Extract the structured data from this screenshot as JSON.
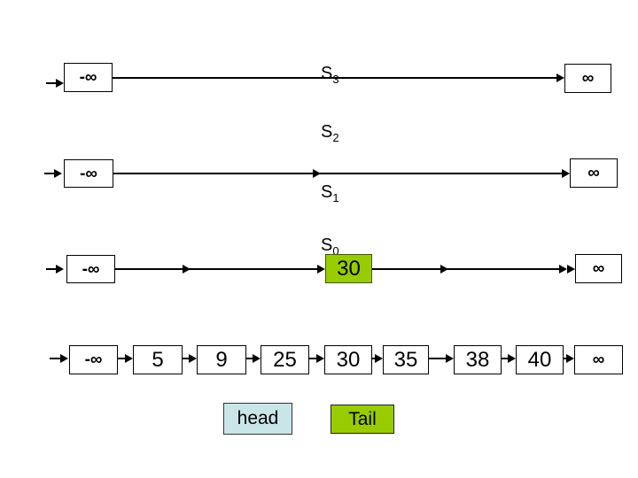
{
  "levels": {
    "s3": {
      "base": "S",
      "sub": "3"
    },
    "s2": {
      "base": "S",
      "sub": "2"
    },
    "s1": {
      "base": "S",
      "sub": "1"
    },
    "s0": {
      "base": "S",
      "sub": "0"
    }
  },
  "rows": {
    "s3": {
      "left": "-∞",
      "right": "∞"
    },
    "s2_s1": {
      "left": "-∞",
      "right": "∞"
    },
    "s0": {
      "left": "-∞",
      "highlight": "30",
      "right": "∞"
    }
  },
  "bottom_list": [
    "-∞",
    "5",
    "9",
    "25",
    "30",
    "35",
    "38",
    "40",
    "∞"
  ],
  "legend": {
    "head": "head",
    "tail": "Tail"
  },
  "colors": {
    "highlight_fill": "#99CC00",
    "highlight_border": "#3D5C00",
    "head_fill": "#C9E5E8",
    "tail_fill": "#99CC00",
    "tail_border": "#1F1F1F",
    "line": "#000000"
  }
}
